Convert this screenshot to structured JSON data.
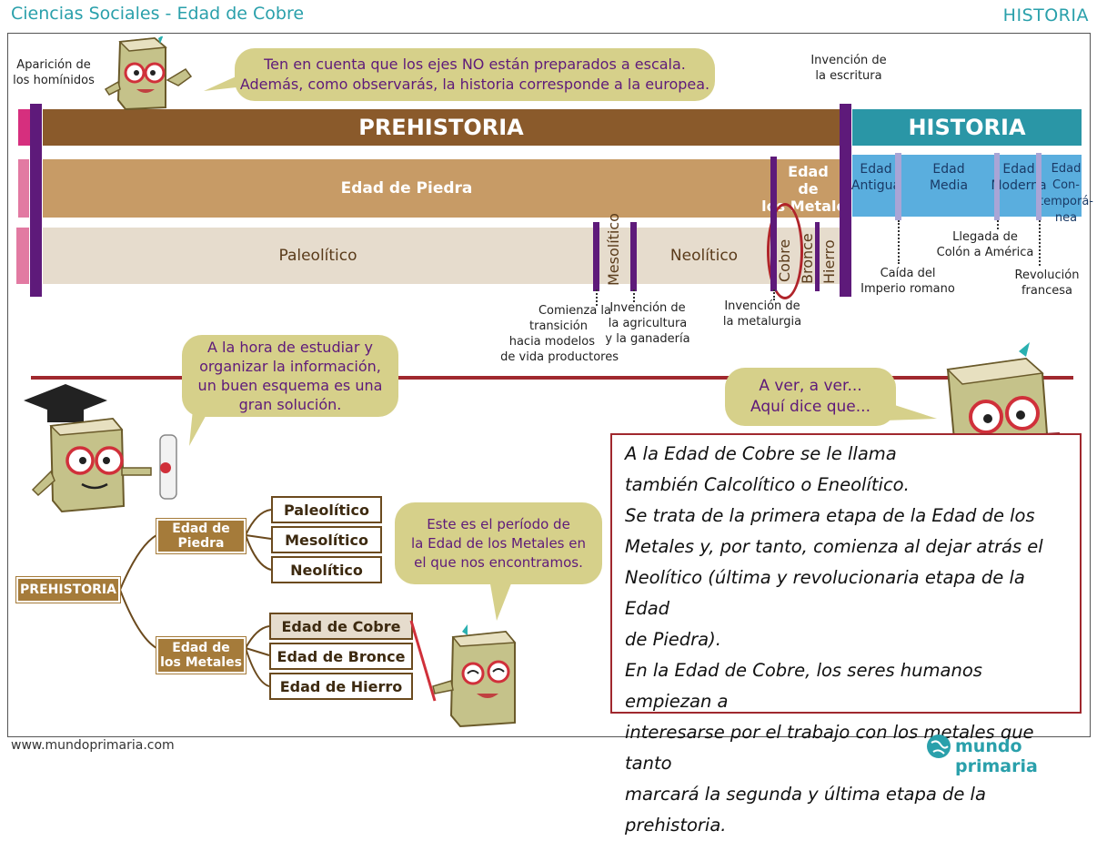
{
  "header": {
    "title": "Ciencias Sociales - Edad de Cobre",
    "subject": "HISTORIA"
  },
  "footer": {
    "website": "www.mundoprimaria.com",
    "brand": "mundo primaria"
  },
  "timeline": {
    "prehistoria": "PREHISTORIA",
    "historia": "HISTORIA",
    "edad_piedra": "Edad de Piedra",
    "edad_metales": [
      "Edad de",
      "los Metales"
    ],
    "paleolitico": "Paleolítico",
    "mesolitico": "Mesolítico",
    "neolitico": "Neolítico",
    "cobre": "Cobre",
    "bronce": "Bronce",
    "hierro": "Hierro",
    "edad_antigua": [
      "Edad",
      "Antigua"
    ],
    "edad_media": [
      "Edad",
      "Media"
    ],
    "edad_moderna": [
      "Edad",
      "Moderna"
    ],
    "edad_contemporanea": [
      "Edad",
      "Con-",
      "temporá-",
      "nea"
    ],
    "labels": {
      "hominidos": [
        "Aparición de",
        "los homínidos"
      ],
      "escritura": [
        "Invención de",
        "la escritura"
      ],
      "transicion": [
        "Comienza la",
        "transición",
        "hacia modelos",
        "de vida productores"
      ],
      "agricultura": [
        "Invención de",
        "la agricultura",
        "y la ganadería"
      ],
      "metalurgia": [
        "Invención de",
        "la metalurgia"
      ],
      "imperio": [
        "Caída del",
        "Imperio romano"
      ],
      "colon": [
        "Llegada de",
        "Colón a América"
      ],
      "revolucion": [
        "Revolución",
        "francesa"
      ]
    }
  },
  "bubbles": {
    "top": [
      "Ten en cuenta que los ejes NO están preparados a escala.",
      "Además, como observarás, la historia corresponde a la europea."
    ],
    "study": [
      "A la hora de estudiar y",
      "organizar la información,",
      "un buen esquema es una",
      "gran solución."
    ],
    "aver": [
      "A ver, a ver...",
      "Aquí dice que..."
    ],
    "periodo": [
      "Este es el período de",
      "la Edad de los Metales en",
      "el que nos encontramos."
    ]
  },
  "tree": {
    "root": "PREHISTORIA",
    "piedra": [
      "Edad de",
      "Piedra"
    ],
    "metales": [
      "Edad de",
      "los Metales"
    ],
    "paleolitico": "Paleolítico",
    "mesolitico": "Mesolítico",
    "neolitico": "Neolítico",
    "cobre": "Edad de Cobre",
    "bronce": "Edad de Bronce",
    "hierro": "Edad de Hierro"
  },
  "info": [
    "A la Edad de Cobre se le llama",
    "también Calcolítico o Eneolítico.",
    "Se trata de la primera etapa de la Edad de los",
    "Metales y, por tanto, comienza al dejar atrás el",
    "Neolítico (última y revolucionaria etapa de la Edad",
    "de Piedra).",
    "En la Edad de Cobre, los seres humanos empiezan a",
    "interesarse por el trabajo con los metales que tanto",
    "marcará la segunda y última etapa de la prehistoria."
  ],
  "colors": {
    "accent": "#2aa0ab",
    "prehistoria": "#8a5a2b",
    "historia": "#2a96a6",
    "purple": "#5e1a7a",
    "infobox_border": "#a0282e"
  }
}
